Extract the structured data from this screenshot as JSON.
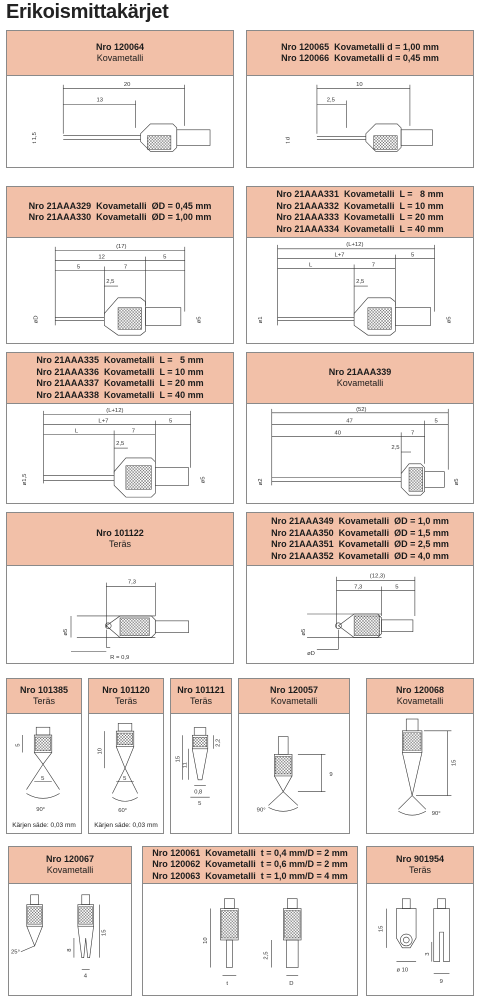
{
  "page": {
    "title": "Erikoismittakärjet"
  },
  "row1": [
    {
      "lines": [
        "Nro 120064",
        "Kovametalli"
      ],
      "dims": [
        "20",
        "13",
        "t 1,5"
      ]
    },
    {
      "lines": [
        "Nro 120065  Kovametalli d = 1,00 mm",
        "Nro 120066  Kovametalli d = 0,45 mm"
      ],
      "dims": [
        "10",
        "2,5",
        "t d"
      ]
    }
  ],
  "row2": [
    {
      "lines": [
        "Nro 21AAA329  Kovametalli  ØD = 0,45 mm",
        "Nro 21AAA330  Kovametalli  ØD = 1,00 mm"
      ],
      "dims": [
        "(17)",
        "12",
        "5",
        "5",
        "7",
        "2,5",
        "øD",
        "ø5"
      ]
    },
    {
      "lines": [
        "Nro 21AAA331  Kovametalli  L =   8 mm",
        "Nro 21AAA332  Kovametalli  L = 10 mm",
        "Nro 21AAA333  Kovametalli  L = 20 mm",
        "Nro 21AAA334  Kovametalli  L = 40 mm"
      ],
      "dims": [
        "(L+12)",
        "L+7",
        "5",
        "L",
        "7",
        "2,5",
        "ø1",
        "ø5"
      ]
    }
  ],
  "row3": [
    {
      "lines": [
        "Nro 21AAA335  Kovametalli  L =   5 mm",
        "Nro 21AAA336  Kovametalli  L = 10 mm",
        "Nro 21AAA337  Kovametalli  L = 20 mm",
        "Nro 21AAA338  Kovametalli  L = 40 mm"
      ],
      "dims": [
        "(L+12)",
        "L+7",
        "5",
        "L",
        "7",
        "2,5",
        "ø1,5",
        "ø5"
      ]
    },
    {
      "lines": [
        "Nro 21AAA339",
        "Kovametalli"
      ],
      "dims": [
        "(52)",
        "47",
        "5",
        "40",
        "7",
        "2,5",
        "ø2",
        "ø5"
      ]
    }
  ],
  "row4": [
    {
      "lines": [
        "Nro 101122",
        "Teräs"
      ],
      "dims": [
        "7,3",
        "ø5",
        "R = 0,9"
      ]
    },
    {
      "lines": [
        "Nro 21AAA349  Kovametalli  ØD = 1,0 mm",
        "Nro 21AAA350  Kovametalli  ØD = 1,5 mm",
        "Nro 21AAA351  Kovametalli  ØD = 2,5 mm",
        "Nro 21AAA352  Kovametalli  ØD = 4,0 mm"
      ],
      "dims": [
        "(12,3)",
        "7,3",
        "5",
        "ø5",
        "øD"
      ]
    }
  ],
  "row5": [
    {
      "lines": [
        "Nro 101385",
        "Teräs"
      ],
      "note": "Kärjen säde: 0,03 mm",
      "dims": [
        "5",
        "5",
        "90°"
      ]
    },
    {
      "lines": [
        "Nro 101120",
        "Teräs"
      ],
      "note": "Kärjen säde: 0,03 mm",
      "dims": [
        "10",
        "5",
        "60°"
      ]
    },
    {
      "lines": [
        "Nro 101121",
        "Teräs"
      ],
      "dims": [
        "15",
        "11",
        "2,2",
        "0,8",
        "5"
      ]
    },
    {
      "lines": [
        "Nro 120057",
        "Kovametalli"
      ],
      "dims": [
        "9",
        "90°"
      ]
    },
    {
      "lines": [
        "Nro 120068",
        "Kovametalli"
      ],
      "dims": [
        "15",
        "90°"
      ]
    }
  ],
  "row6": [
    {
      "lines": [
        "Nro 120067",
        "Kovametalli"
      ],
      "dims": [
        "25°",
        "8",
        "15",
        "4"
      ]
    },
    {
      "lines": [
        "Nro 120061  Kovametalli  t = 0,4 mm/D = 2 mm",
        "Nro 120062  Kovametalli  t = 0,6 mm/D = 2 mm",
        "Nro 120063  Kovametalli  t = 1,0 mm/D = 4 mm"
      ],
      "dims": [
        "10",
        "2,5",
        "t",
        "D"
      ]
    },
    {
      "lines": [
        "Nro 901954",
        "Teräs"
      ],
      "dims": [
        "15",
        "ø 10",
        "3",
        "9"
      ]
    }
  ]
}
